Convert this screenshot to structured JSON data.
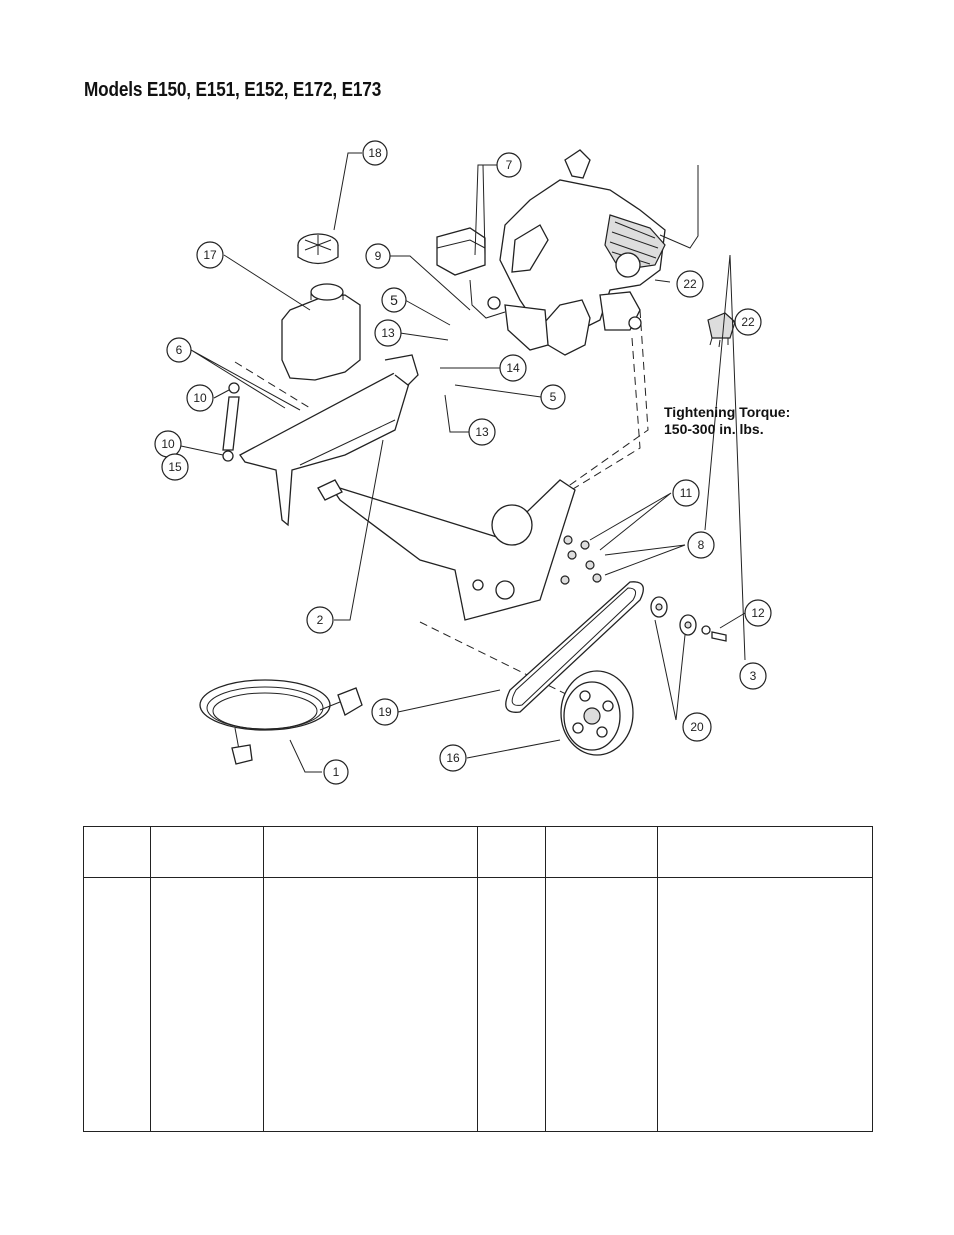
{
  "page": {
    "title": "Models E150, E151, E152, E172, E173"
  },
  "diagram": {
    "torque_note": {
      "line1": "Tightening Torque:",
      "line2": "150-300 in. lbs."
    },
    "callouts": [
      "1",
      "2",
      "3",
      "5",
      "5",
      "6",
      "7",
      "8",
      "9",
      "10",
      "10",
      "11",
      "12",
      "13",
      "13",
      "14",
      "15",
      "16",
      "17",
      "18",
      "19",
      "20",
      "22",
      "22"
    ]
  },
  "parts_table": {
    "headers": [
      "",
      "",
      "",
      "",
      "",
      ""
    ],
    "rows": [
      [
        "",
        "",
        "",
        "",
        "",
        ""
      ]
    ]
  }
}
